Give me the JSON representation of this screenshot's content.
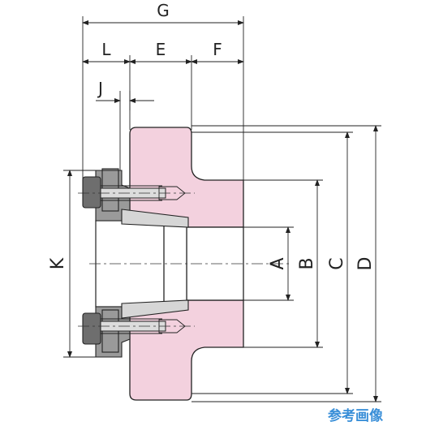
{
  "labels": {
    "G": "G",
    "L": "L",
    "E": "E",
    "F": "F",
    "J": "J",
    "K": "K",
    "A": "A",
    "B": "B",
    "C": "C",
    "D": "D"
  },
  "watermark": "参考画像",
  "colors": {
    "body": "#f3d1de",
    "ring": "#9a9a9a",
    "watermark": "#3a8fd8"
  }
}
